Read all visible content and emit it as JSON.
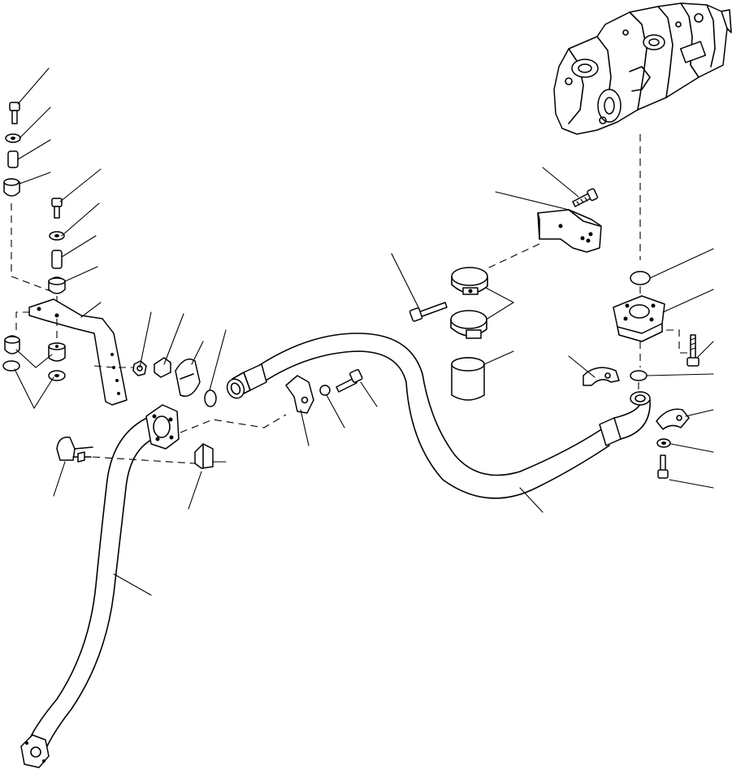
{
  "diagram": {
    "kind": "exploded-parts-view",
    "background": "#ffffff",
    "line_color": "#000000",
    "parts": [
      {
        "id": "hydraulic-pump",
        "icon": "pump-icon"
      },
      {
        "id": "pump-outlet-flange",
        "icon": "flange-icon"
      },
      {
        "id": "o-ring-upper",
        "icon": "o-ring-icon"
      },
      {
        "id": "o-ring-lower",
        "icon": "o-ring-icon"
      },
      {
        "id": "pipe-bracket",
        "icon": "bracket-icon"
      },
      {
        "id": "bracket-bolt",
        "icon": "bolt-icon"
      },
      {
        "id": "hose-clamp-upper",
        "icon": "clamp-icon"
      },
      {
        "id": "hose-clamp-lower",
        "icon": "clamp-icon"
      },
      {
        "id": "clamp-bolt",
        "icon": "bolt-icon"
      },
      {
        "id": "spacer-sleeve",
        "icon": "sleeve-icon"
      },
      {
        "id": "hose",
        "icon": "hose-icon"
      },
      {
        "id": "split-flange-half",
        "icon": "split-flange-icon"
      },
      {
        "id": "flange-bolt",
        "icon": "bolt-icon"
      },
      {
        "id": "flange-washer",
        "icon": "washer-icon"
      },
      {
        "id": "suction-tube",
        "icon": "tube-icon"
      },
      {
        "id": "u-bolt-clamp",
        "icon": "u-bolt-icon"
      },
      {
        "id": "mounting-bracket",
        "icon": "bracket-icon"
      },
      {
        "id": "rubber-mount",
        "icon": "mount-icon"
      },
      {
        "id": "cushion-washer",
        "icon": "washer-icon"
      },
      {
        "id": "stack-bolt",
        "icon": "bolt-icon"
      },
      {
        "id": "stack-collar",
        "icon": "collar-icon"
      },
      {
        "id": "lock-nut",
        "icon": "nut-icon"
      },
      {
        "id": "clip-plate",
        "icon": "clip-icon"
      }
    ]
  }
}
